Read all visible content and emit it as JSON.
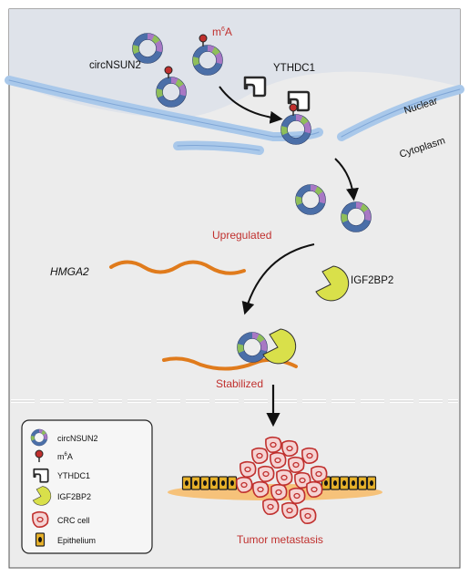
{
  "labels": {
    "circ": "circNSUN2",
    "m6a_base": "m",
    "m6a_sup": "6",
    "m6a_tail": "A",
    "ythdc1": "YTHDC1",
    "nuclear": "Nuclear",
    "cytoplasm": "Cytoplasm",
    "upregulated": "Upregulated",
    "hmga2": "HMGA2",
    "igf2bp2": "IGF2BP2",
    "stabilized": "Stabilized",
    "tumor": "Tumor metastasis"
  },
  "legend": {
    "items": [
      {
        "label": "circNSUN2",
        "icon": "circrna-icon"
      },
      {
        "label": "m6A",
        "label_base": "m",
        "label_sup": "6",
        "label_tail": "A",
        "icon": "m6a-icon"
      },
      {
        "label": "YTHDC1",
        "icon": "ythdc1-icon"
      },
      {
        "label": "IGF2BP2",
        "icon": "igf2bp2-icon"
      },
      {
        "label": "CRC cell",
        "icon": "crc-cell-icon"
      },
      {
        "label": "Epithelium",
        "icon": "epithelium-icon"
      }
    ]
  },
  "colors": {
    "accent_red": "#c0302e",
    "membrane_blue": "#a9c8ea",
    "background_gray": "#ececec",
    "mrna_orange": "#e07b1c",
    "igf2bp2_yellow": "#d9e04a",
    "circ_blue": "#4b6fa8",
    "circ_purple": "#a878c4",
    "circ_green": "#8fbf5a"
  }
}
